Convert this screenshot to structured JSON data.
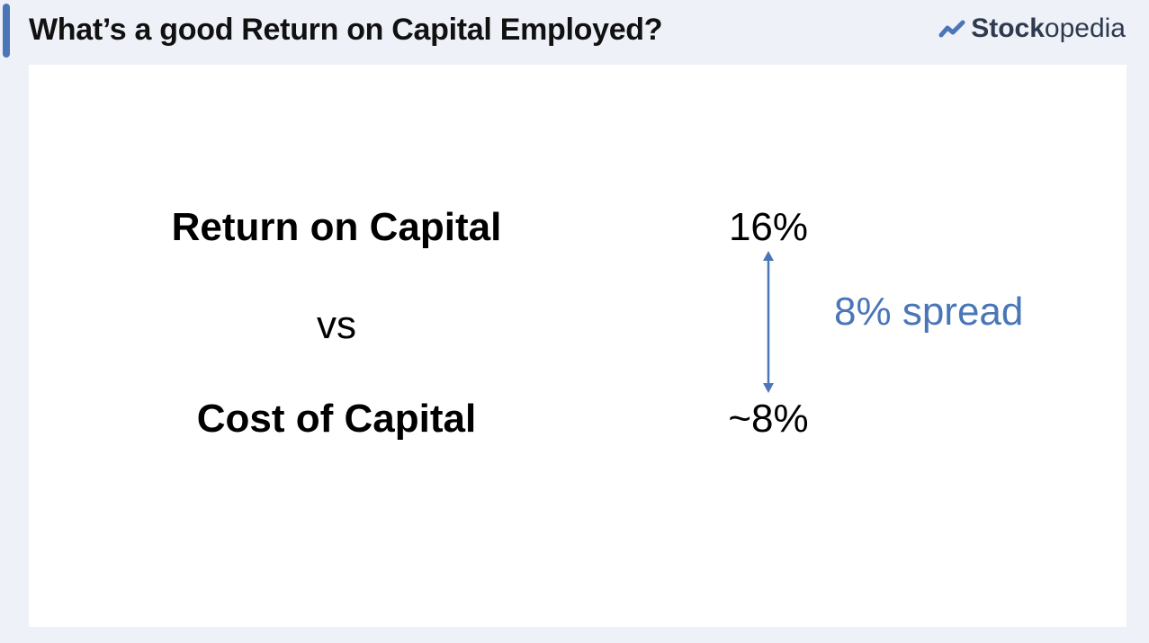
{
  "header": {
    "title": "What’s a good Return on Capital Employed?",
    "accent_color": "#4a76b8"
  },
  "brand": {
    "icon": "stockopedia-chart-icon",
    "name_bold": "Stock",
    "name_regular": "opedia",
    "color": "#2e3a4d",
    "icon_color": "#4a76b8"
  },
  "comparison": {
    "return_label": "Return on Capital",
    "vs_label": "vs",
    "cost_label": "Cost of Capital",
    "return_value": "16%",
    "cost_value": "~8%",
    "spread_label": "8% spread",
    "spread_color": "#4a76b8"
  }
}
